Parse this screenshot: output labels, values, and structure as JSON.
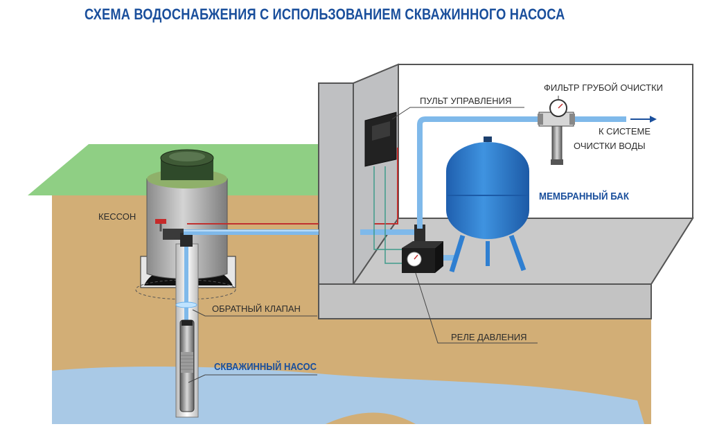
{
  "title": "СХЕМА ВОДОСНАБЖЕНИЯ С ИСПОЛЬЗОВАНИЕМ СКВАЖИННОГО НАСОСА",
  "labels": {
    "caisson": "КЕССОН",
    "check_valve": "ОБРАТНЫЙ КЛАПАН",
    "well_pump": "СКВАЖИННЫЙ НАСОС",
    "control_panel": "ПУЛЬТ УПРАВЛЕНИЯ",
    "coarse_filter": "ФИЛЬТР ГРУБОЙ ОЧИСТКИ",
    "to_system_line1": "К СИСТЕМЕ",
    "to_system_line2": "ОЧИСТКИ ВОДЫ",
    "membrane_tank": "МЕМБРАННЫЙ БАК",
    "pressure_relay": "РЕЛЕ ДАВЛЕНИЯ"
  },
  "colors": {
    "title": "#1a4f9c",
    "soil": "#d2ae76",
    "grass": "#8fcf84",
    "water": "#a9c9e6",
    "wall": "#c7c7c7",
    "tank": "#2f7fd1",
    "pipe": "#7fb9ea",
    "cable_red": "#c0302f"
  },
  "icons": {
    "arrow": "arrow-right-icon",
    "gauge": "pressure-gauge-icon"
  }
}
